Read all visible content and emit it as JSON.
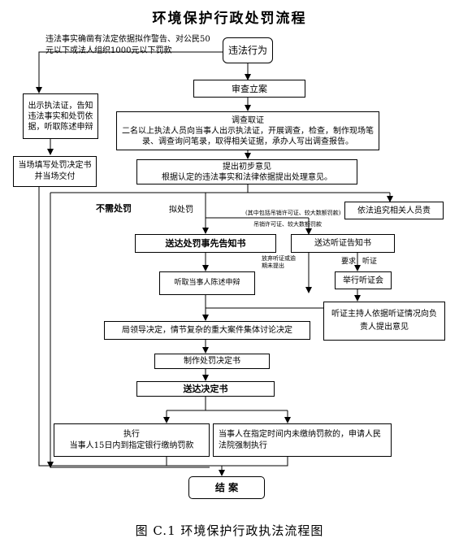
{
  "title": "环境保护行政处罚流程",
  "caption": "图 C.1   环境保护行政执法流程图",
  "nodes": {
    "violation": "违法行为",
    "simple_condition": "违法事实确凿有法定依据拟作警告、对公民50元以下或法人组织1000元以下罚款",
    "show_cert": "出示执法证，告知违法事实和处罚依据，听取陈述申辩",
    "onsite_decision": "当场填写处罚决定书并当场交付",
    "review": "审查立案",
    "investigate_title": "调查取证",
    "investigate_body": "二名以上执法人员向当事人出示执法证，开展调查，检查，制作现场笔录、调查询问笔录，取得相关证据，承办人写出调查报告。",
    "preliminary_title": "提出初步意见",
    "preliminary_body": "根据认定的违法事实和法律依据提出处理意见。",
    "no_penalty": "不需处罚",
    "propose_penalty": "拟处罚",
    "transfer": "依法追究相关人员责",
    "note_revoke": "(其中包括吊销许可证、较大数额罚款)",
    "note_revoke2": "吊销许可证、较大数额罚款",
    "notify_penalty": "送达处罚事先告知书",
    "notify_hearing": "送达听证告知书",
    "waive_hearing": "放弃听证或逾期未提出",
    "request": "要求",
    "hearing_label": "听证",
    "listen_defense": "听取当事人陈述申辩",
    "hold_hearing": "举行听证会",
    "hearing_opinion": "听证主持人依据听证情况向负责人提出意见",
    "leader_decision": "局领导决定，情节复杂的重大案件集体讨论决定",
    "make_decision": "制作处罚决定书",
    "deliver_decision": "送达决定书",
    "execute_title": "执行",
    "execute_body": "当事人15日内到指定银行缴纳罚款",
    "enforce": "当事人在指定时间内未缴纳罚款的，申请人民法院强制执行",
    "close": "结 案"
  }
}
